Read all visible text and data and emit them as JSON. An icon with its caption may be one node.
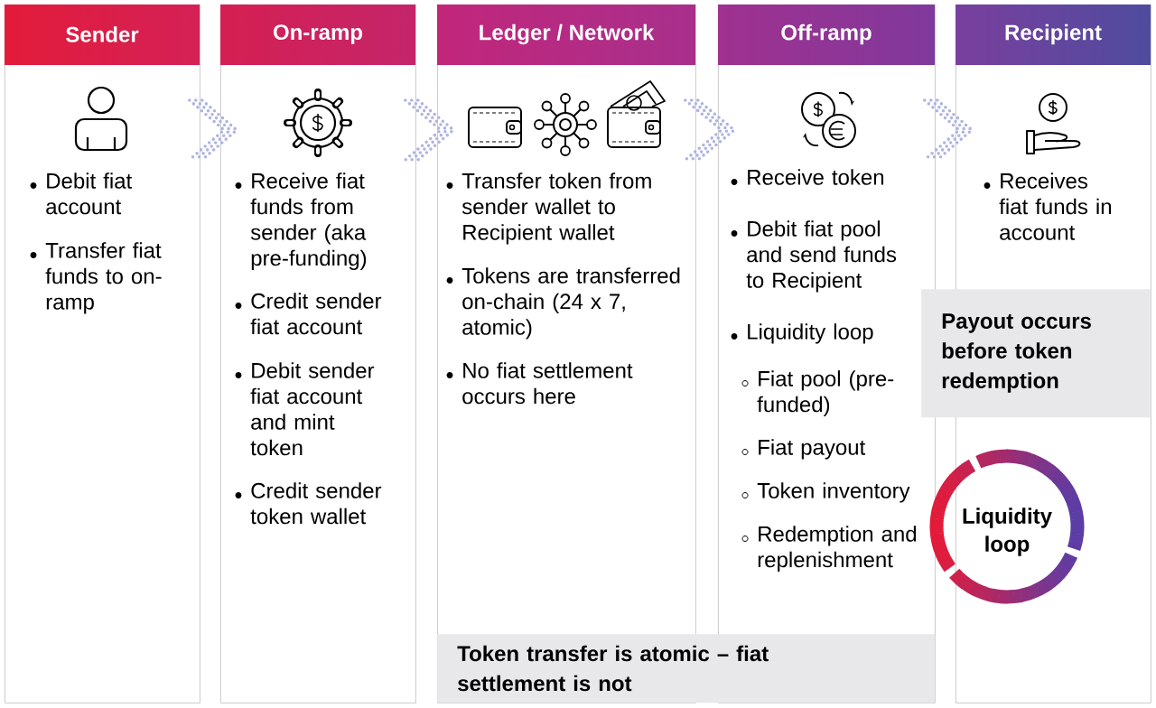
{
  "diagram": {
    "nodes": [
      {
        "text": [
          "Sender",
          "Debit fiat account",
          "Transfer fiat funds to on-ramp"
        ]
      },
      {
        "text": [
          "On-ramp",
          "Receive fiat funds from sender (aka pre-funding)",
          "Credit sender fiat account",
          "Debit sender fiat account and mint token",
          "Credit sender token wallet"
        ]
      },
      {
        "text": [
          "Ledger / Network",
          "Transfer token from sender wallet to Recipient wallet",
          "Tokens are transferred on-chain (24 x 7, atomic)",
          "No fiat settlement occurs here"
        ]
      },
      {
        "text": [
          "Off-ramp",
          "Receive token",
          "Debit fiat pool and send funds to Recipient",
          "Liquidity loop",
          "Fiat pool (pre-funded)",
          "Fiat payout",
          "Token inventory",
          "Redemption and replenishment"
        ]
      },
      {
        "text": [
          "Recipient",
          "Receives fiat funds in account"
        ]
      },
      {
        "text": [
          "Payout occurs before token redemption"
        ]
      },
      {
        "text": [
          "Liquidity loop"
        ]
      },
      {
        "text": [
          "Token transfer is atomic – fiat settlement is not"
        ]
      }
    ],
    "edges": [
      {
        "from": 0,
        "to": 1,
        "arrow": "to"
      },
      {
        "from": 1,
        "to": 2,
        "arrow": "to"
      },
      {
        "from": 2,
        "to": 3,
        "arrow": "to"
      },
      {
        "from": 3,
        "to": 4,
        "arrow": "to"
      }
    ]
  }
}
